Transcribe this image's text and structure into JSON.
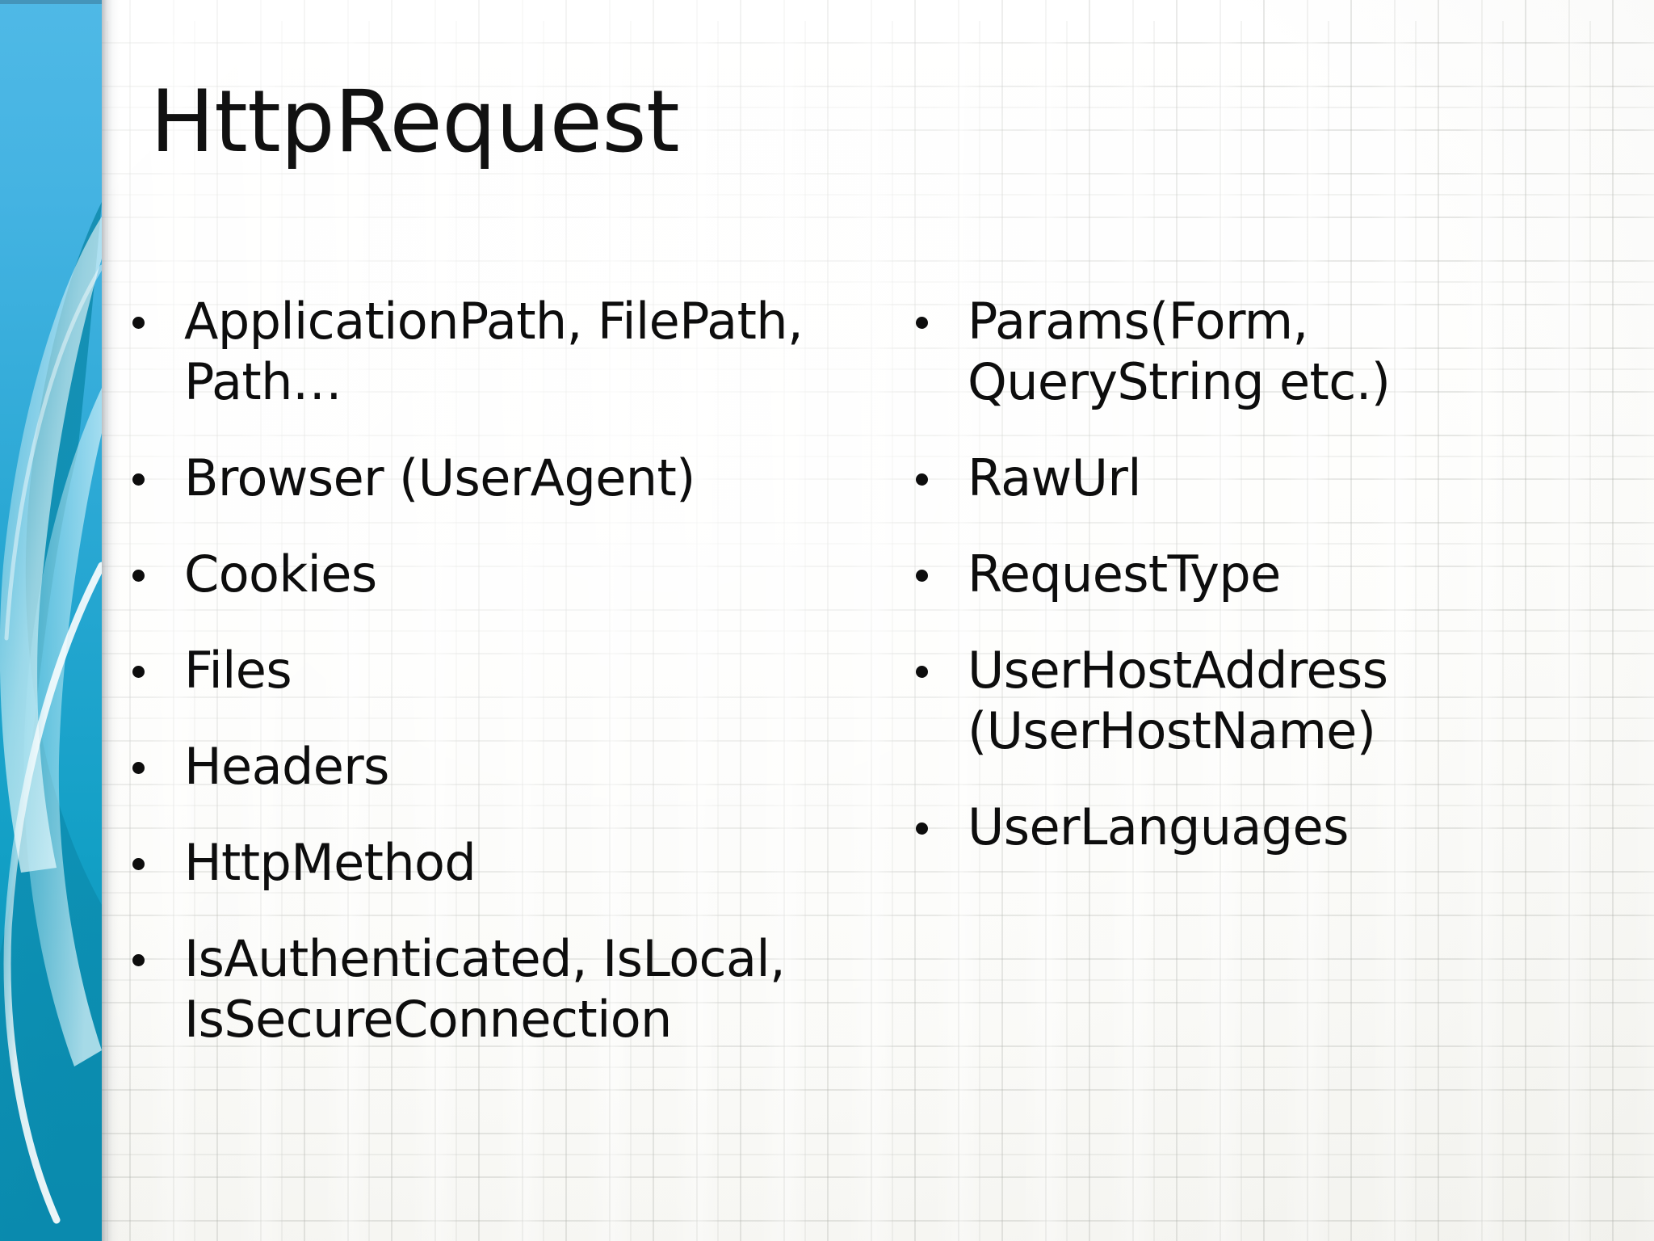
{
  "slide": {
    "title": "HttpRequest",
    "theme_colors": {
      "band_top": "#4fb9e6",
      "band_bottom": "#0a90b6",
      "text": "#0d0d0d",
      "paper": "#fbfbf9",
      "grid_line": "#9b9e96"
    },
    "columns": [
      {
        "name": "left-column",
        "bullets": [
          "ApplicationPath, FilePath, Path…",
          "Browser (UserAgent)",
          "Cookies",
          "Files",
          "Headers",
          "HttpMethod",
          "IsAuthenticated, IsLocal, IsSecureConnection"
        ]
      },
      {
        "name": "right-column",
        "bullets": [
          "Params(Form, QueryString etc.)",
          "RawUrl",
          "RequestType",
          "UserHostAddress (UserHostName)",
          "UserLanguages"
        ]
      }
    ]
  }
}
